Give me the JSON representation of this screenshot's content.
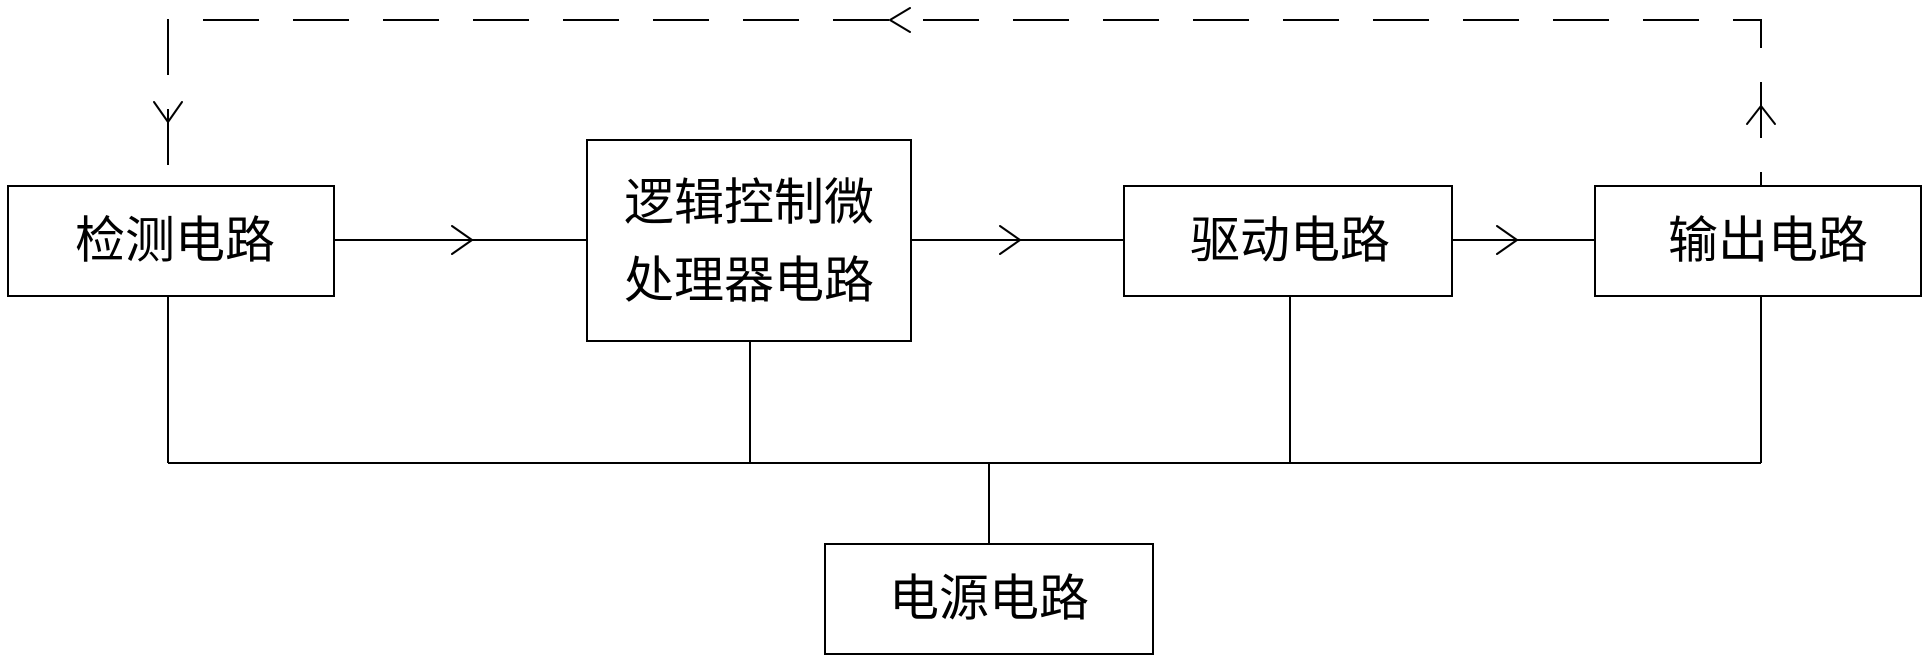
{
  "blocks": {
    "detection": {
      "label": "检测电路"
    },
    "mcu": {
      "label_line1": "逻辑控制微",
      "label_line2": "处理器电路"
    },
    "drive": {
      "label": "驱动电路"
    },
    "output": {
      "label": "输出电路"
    },
    "power": {
      "label": "电源电路"
    }
  },
  "connections": [
    {
      "from": "detection",
      "to": "mcu",
      "style": "solid",
      "arrow": true
    },
    {
      "from": "mcu",
      "to": "drive",
      "style": "solid",
      "arrow": true
    },
    {
      "from": "drive",
      "to": "output",
      "style": "solid",
      "arrow": true
    },
    {
      "from": "output",
      "to": "detection",
      "style": "dashed",
      "arrow": true,
      "type": "feedback"
    },
    {
      "from": "power",
      "to": "detection",
      "style": "solid",
      "arrow": false
    },
    {
      "from": "power",
      "to": "mcu",
      "style": "solid",
      "arrow": false
    },
    {
      "from": "power",
      "to": "drive",
      "style": "solid",
      "arrow": false
    },
    {
      "from": "power",
      "to": "output",
      "style": "solid",
      "arrow": false
    }
  ]
}
